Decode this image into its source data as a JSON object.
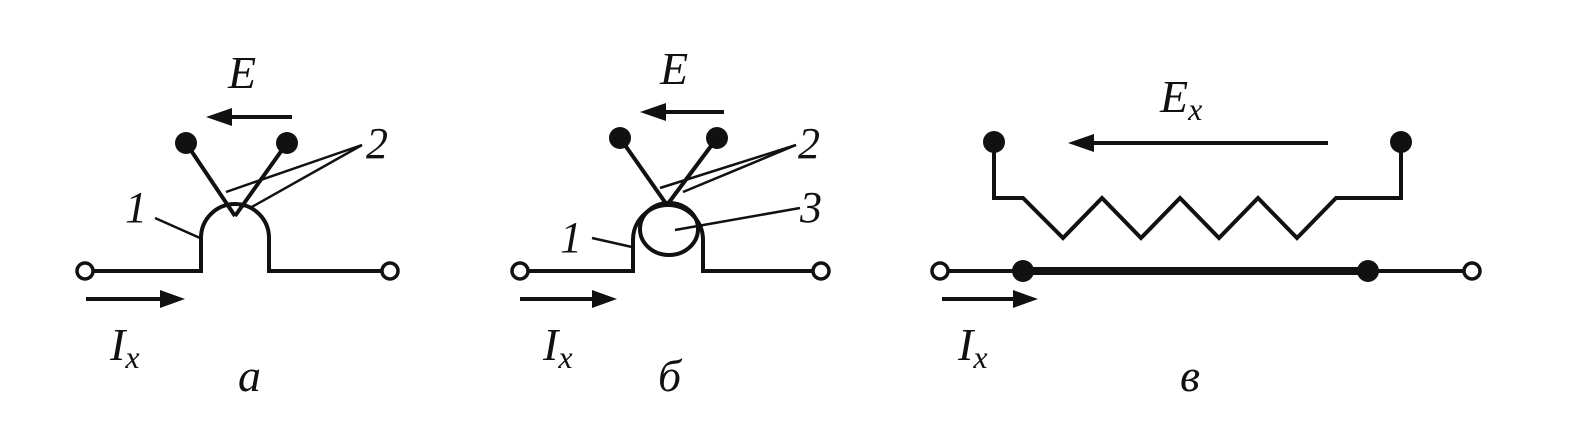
{
  "panels": [
    {
      "id": "a",
      "caption": "а",
      "emf_symbol": "E",
      "emf_subscript": "",
      "current_symbol": "I",
      "current_subscript": "x",
      "callouts": [
        "1",
        "2"
      ]
    },
    {
      "id": "b",
      "caption": "б",
      "emf_symbol": "E",
      "emf_subscript": "",
      "current_symbol": "I",
      "current_subscript": "x",
      "callouts": [
        "1",
        "2",
        "3"
      ]
    },
    {
      "id": "c",
      "caption": "в",
      "emf_symbol": "E",
      "emf_subscript": "x",
      "current_symbol": "I",
      "current_subscript": "x",
      "callouts": []
    }
  ],
  "colors": {
    "ink": "#111111",
    "background": "#ffffff"
  }
}
